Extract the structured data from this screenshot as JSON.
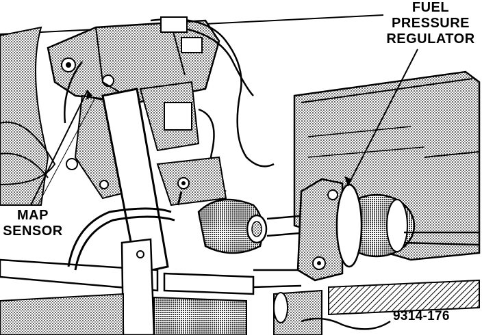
{
  "labels": {
    "regulator_line1": "FUEL",
    "regulator_line2": "PRESSURE",
    "regulator_line3": "REGULATOR",
    "map_line1": "MAP",
    "map_line2": "SENSOR"
  },
  "figure_id": "9314-176",
  "colors": {
    "ink": "#000000",
    "paper": "#ffffff",
    "halftone": "#8c8c8c"
  }
}
